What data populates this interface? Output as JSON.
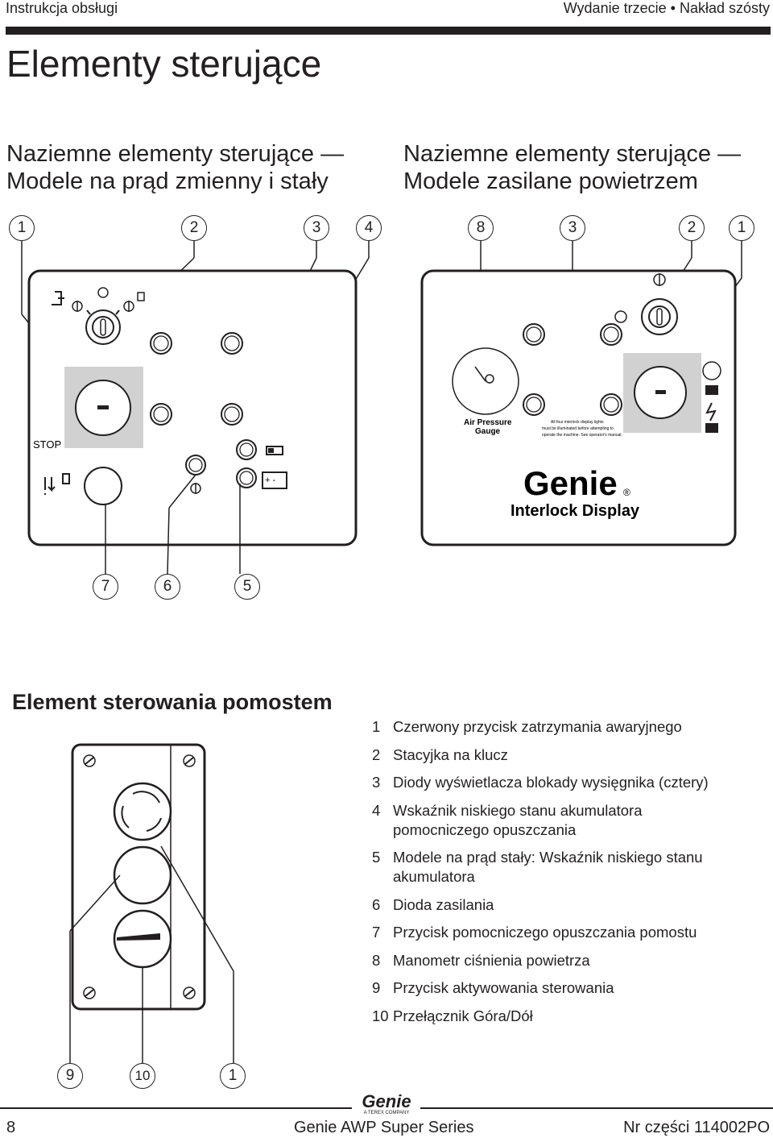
{
  "header": {
    "left": "Instrukcja obsługi",
    "right_edition": "Wydanie trzecie",
    "right_bullet": "•",
    "right_print": "Nakład szósty"
  },
  "title": "Elementy sterujące",
  "sections": {
    "left": {
      "line1": "Naziemne elementy sterujące —",
      "line2": "Modele na prąd zmienny i stały"
    },
    "right": {
      "line1": "Naziemne elementy sterujące —",
      "line2": "Modele zasilane powietrzem"
    },
    "platform": "Element sterowania pomostem"
  },
  "callouts": {
    "ac_dc_top": [
      "1",
      "2",
      "3",
      "4"
    ],
    "air_top": [
      "8",
      "3",
      "2",
      "1"
    ],
    "ac_dc_bottom": [
      "7",
      "6",
      "5"
    ],
    "platform_bottom": [
      "9",
      "10",
      "1"
    ]
  },
  "panel_labels": {
    "stop": "STOP",
    "air_gauge_1": "Air Pressure",
    "air_gauge_2": "Gauge",
    "interlock_note_1": "All four interlock display lights",
    "interlock_note_2": "must be illuminated before attempting to",
    "interlock_note_3": "operate the machine. See operator's manual.",
    "brand": "Genie",
    "registered": "®",
    "display_name": "Interlock Display",
    "battery_plus_minus": "+ -"
  },
  "legend": [
    {
      "num": "1",
      "text": "Czerwony przycisk zatrzymania awaryjnego"
    },
    {
      "num": "2",
      "text": "Stacyjka na klucz"
    },
    {
      "num": "3",
      "text": "Diody wyświetlacza blokady wysięgnika (cztery)"
    },
    {
      "num": "4",
      "text": "Wskaźnik niskiego stanu akumulatora pomocniczego opuszczania"
    },
    {
      "num": "5",
      "text": "Modele na prąd stały: Wskaźnik niskiego stanu akumulatora"
    },
    {
      "num": "6",
      "text": "Dioda zasilania"
    },
    {
      "num": "7",
      "text": "Przycisk pomocniczego opuszczania pomostu"
    },
    {
      "num": "8",
      "text": "Manometr ciśnienia powietrza"
    },
    {
      "num": "9",
      "text": "Przycisk aktywowania sterowania"
    },
    {
      "num": "10",
      "text": "Przełącznik Góra/Dół"
    }
  ],
  "footer": {
    "page": "8",
    "product": "Genie AWP Super Series",
    "part": "Nr części 114002PO",
    "logo_text": "Genie",
    "logo_sub": "A TEREX COMPANY"
  }
}
